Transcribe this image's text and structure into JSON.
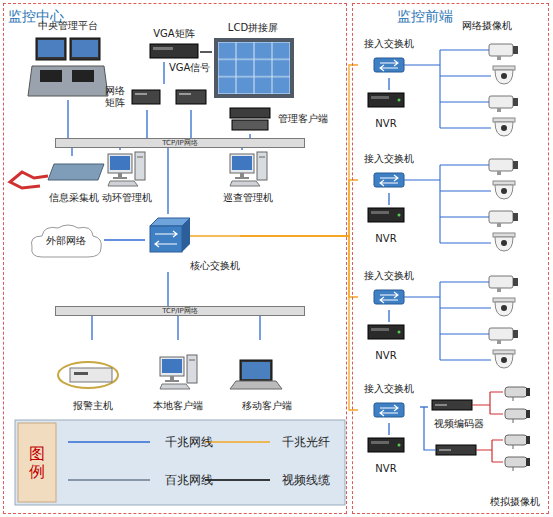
{
  "diagram": {
    "nodes": [
      {
        "text": [
          "监控中心"
        ]
      },
      {
        "text": [
          "中央管理平台"
        ],
        "in": 0
      },
      {
        "text": [
          "VGA矩阵"
        ],
        "in": 0
      },
      {
        "text": [
          "LCD拼接屏"
        ],
        "in": 0
      },
      {
        "text": [
          "网络 矩阵"
        ],
        "in": 0
      },
      {
        "text": [
          "管理客户端"
        ],
        "in": 0
      },
      {
        "text": [
          "TCP/IP网络"
        ],
        "in": 0
      },
      {
        "text": [
          "信息采集机"
        ],
        "in": 0
      },
      {
        "text": [
          "动环管理机"
        ],
        "in": 0
      },
      {
        "text": [
          "巡查管理机"
        ],
        "in": 0
      },
      {
        "text": [
          "外部网络"
        ],
        "in": 0
      },
      {
        "text": [
          "核心交换机"
        ],
        "in": 0
      },
      {
        "text": [
          "TCP/IP网络"
        ],
        "in": 0
      },
      {
        "text": [
          "报警主机"
        ],
        "in": 0
      },
      {
        "text": [
          "本地客户端"
        ],
        "in": 0
      },
      {
        "text": [
          "移动客户端"
        ],
        "in": 0
      },
      {
        "text": [
          "监控前端"
        ]
      },
      {
        "text": [
          "接入交换机"
        ],
        "in": 16
      },
      {
        "text": [
          "NVR"
        ],
        "in": 16
      },
      {
        "text": [
          "接入交换机"
        ],
        "in": 16
      },
      {
        "text": [
          "NVR"
        ],
        "in": 16
      },
      {
        "text": [
          "接入交换机"
        ],
        "in": 16
      },
      {
        "text": [
          "NVR"
        ],
        "in": 16
      },
      {
        "text": [
          "接入交换机"
        ],
        "in": 16
      },
      {
        "text": [
          "NVR"
        ],
        "in": 16
      },
      {
        "text": [
          "视频编码器"
        ],
        "in": 16
      }
    ],
    "edges": [
      {
        "from": 1,
        "to": 6,
        "arrow": "none"
      },
      {
        "from": 2,
        "to": 3,
        "arrow": "none"
      },
      {
        "from": 2,
        "to": 4,
        "arrow": "none"
      },
      {
        "from": 4,
        "to": 6,
        "arrow": "none"
      },
      {
        "from": 5,
        "to": 6,
        "arrow": "none"
      },
      {
        "from": 7,
        "to": 6,
        "arrow": "none"
      },
      {
        "from": 8,
        "to": 6,
        "arrow": "none"
      },
      {
        "from": 9,
        "to": 6,
        "arrow": "none"
      },
      {
        "from": 6,
        "to": 11,
        "arrow": "none"
      },
      {
        "from": 10,
        "to": 11,
        "arrow": "none"
      },
      {
        "from": 11,
        "to": 12,
        "arrow": "none"
      },
      {
        "from": 13,
        "to": 12,
        "arrow": "none"
      },
      {
        "from": 14,
        "to": 12,
        "arrow": "none"
      },
      {
        "from": 15,
        "to": 12,
        "arrow": "none"
      },
      {
        "from": 11,
        "to": 17,
        "arrow": "none"
      },
      {
        "from": 11,
        "to": 19,
        "arrow": "none"
      },
      {
        "from": 11,
        "to": 21,
        "arrow": "none"
      },
      {
        "from": 11,
        "to": 23,
        "arrow": "none"
      },
      {
        "from": 17,
        "to": 18,
        "arrow": "none"
      },
      {
        "from": 19,
        "to": 20,
        "arrow": "none"
      },
      {
        "from": 21,
        "to": 22,
        "arrow": "none"
      },
      {
        "from": 23,
        "to": 24,
        "arrow": "none"
      },
      {
        "from": 23,
        "to": 25,
        "arrow": "none"
      }
    ],
    "labels": [
      "VGA信号",
      "网络摄像机",
      "模拟摄像机",
      "图例"
    ],
    "legend": [
      {
        "text": "千兆网线"
      },
      {
        "text": "千兆光纤"
      },
      {
        "text": "百兆网线"
      },
      {
        "text": "视频线缆"
      }
    ]
  }
}
